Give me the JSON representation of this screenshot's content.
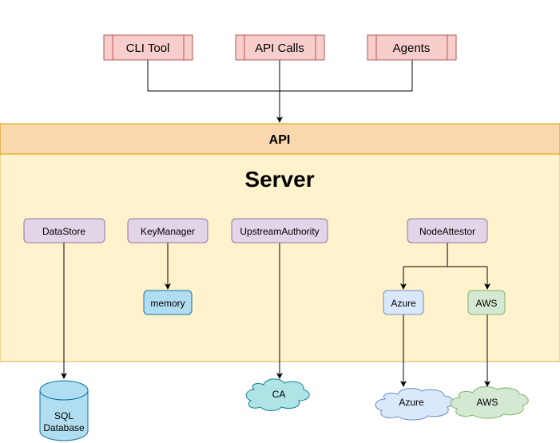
{
  "clients": [
    {
      "id": "cli",
      "label": "CLI Tool"
    },
    {
      "id": "api_calls",
      "label": "API Calls"
    },
    {
      "id": "agents",
      "label": "Agents"
    }
  ],
  "api_label": "API",
  "server_title": "Server",
  "plugins": [
    {
      "id": "datastore",
      "label": "DataStore"
    },
    {
      "id": "keymanager",
      "label": "KeyManager"
    },
    {
      "id": "upstream",
      "label": "UpstreamAuthority"
    },
    {
      "id": "nodeattestor",
      "label": "NodeAttestor"
    }
  ],
  "implementations": {
    "memory": "memory",
    "azure": "Azure",
    "aws": "AWS"
  },
  "externals": {
    "database": [
      "SQL",
      "Database"
    ],
    "ca": "CA",
    "azure_cloud": "Azure",
    "aws_cloud": "AWS"
  },
  "colors": {
    "client_fill": "#f8cecc",
    "client_stroke": "#b85450",
    "api_fill": "#fad7ac",
    "api_stroke": "#d79b00",
    "server_fill": "#fff2cc",
    "server_stroke": "#d6b656",
    "plugin_fill": "#e1d5e7",
    "plugin_stroke": "#9673a6",
    "memory_fill": "#b1ddf0",
    "memory_stroke": "#10739e",
    "azure_fill": "#dae8fc",
    "azure_stroke": "#6c8ebf",
    "aws_fill": "#d5e8d4",
    "aws_stroke": "#82b366",
    "db_fill": "#b1ddf0",
    "ca_fill": "#b0e3e6",
    "ca_stroke": "#0e8088"
  }
}
